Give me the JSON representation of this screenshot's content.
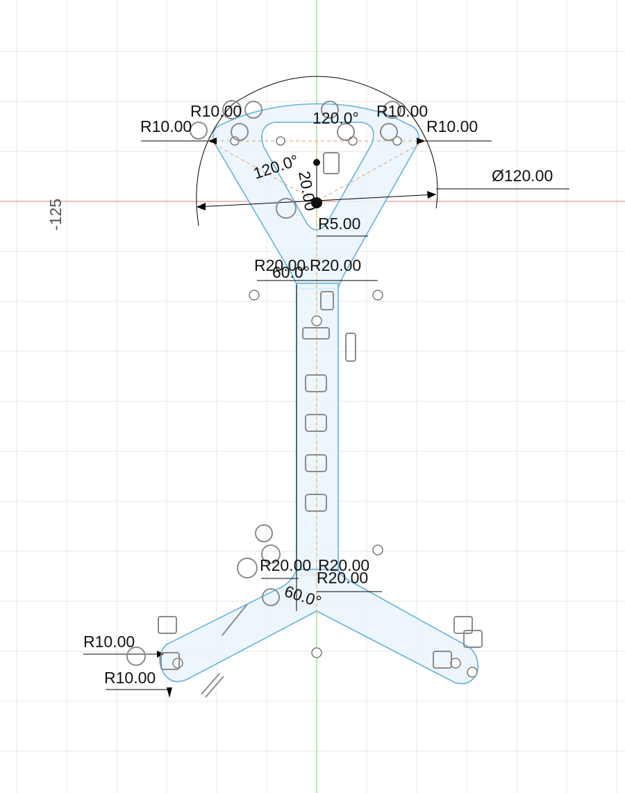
{
  "axis": {
    "vertical_label": "-125"
  },
  "dimensions": {
    "top_left_outer_radius": "R10.00",
    "top_left_inner_radius": "R10.00",
    "top_angle": "120.0°",
    "top_right_inner_radius": "R10.00",
    "top_right_outer_radius": "R10.00",
    "left_angle": "120.0°",
    "vertical_small": "20.00",
    "diameter": "Ø120.00",
    "neck_radius": "R5.00",
    "neck_left_radius": "R20.00",
    "neck_right_radius": "R20.00",
    "neck_angle": "60.0°",
    "bottom_left_radius": "R20.00",
    "bottom_right_radius_a": "R20.00",
    "bottom_right_radius_b": "R20.00",
    "bottom_angle": "60.0°",
    "foot_radius_a": "R10.00",
    "foot_radius_b": "R10.00"
  },
  "colors": {
    "profile_fill": "#eaf5fc",
    "profile_stroke": "#5fb3de",
    "x_axis": "#e07a7a",
    "y_axis": "#7ccf7c",
    "construction": "#e0a060",
    "grid": "#e4e4e4"
  }
}
